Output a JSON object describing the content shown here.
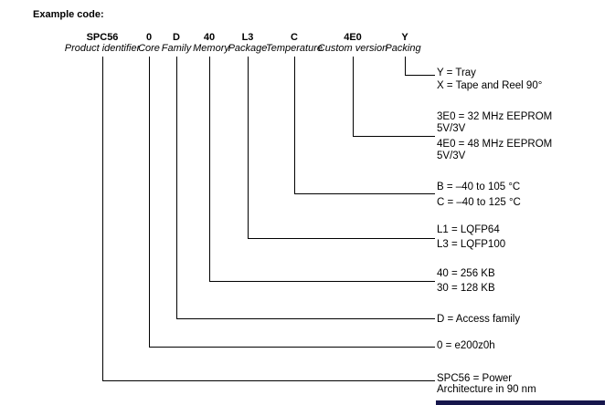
{
  "title": "Example code:",
  "diagram": {
    "fields": [
      {
        "code": "SPC56",
        "label": "Product identifier"
      },
      {
        "code": "0",
        "label": "Core"
      },
      {
        "code": "D",
        "label": "Family"
      },
      {
        "code": "40",
        "label": "Memory"
      },
      {
        "code": "L3",
        "label": "Package"
      },
      {
        "code": "C",
        "label": "Temperature"
      },
      {
        "code": "4E0",
        "label": "Custom version"
      },
      {
        "code": "Y",
        "label": "Packing"
      }
    ],
    "legend": [
      "Y = Tray",
      "X = Tape and Reel 90°",
      "3E0 = 32 MHz EEPROM",
      "5V/3V",
      "4E0 = 48 MHz EEPROM",
      "5V/3V",
      "B = –40 to 105 °C",
      "C = –40 to 125 °C",
      "L1 = LQFP64",
      "L3 = LQFP100",
      "40 = 256 KB",
      "30 = 128 KB",
      "D = Access family",
      "0 = e200z0h",
      "SPC56 = Power",
      "Architecture in 90 nm"
    ]
  },
  "colors": {
    "background": "#ffffff",
    "text": "#000000",
    "line": "#000000",
    "table_edge": "#16164c"
  }
}
